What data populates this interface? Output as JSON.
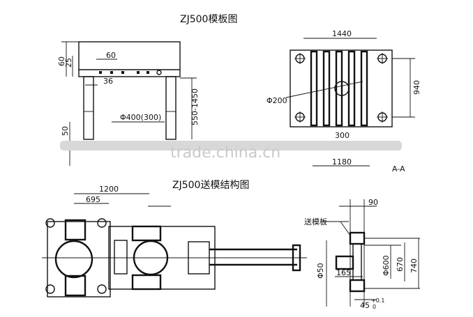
{
  "titles": {
    "top": "ZJ500模板图",
    "bottom": "ZJ500送模结构图"
  },
  "watermark": "trade.china.cn",
  "section_label": "A-A",
  "side_view": {
    "dims": [
      "60",
      "25",
      "60",
      "36",
      "550-1450",
      "50"
    ],
    "bore_label": "Φ400(300)"
  },
  "plan_view": {
    "dims": [
      "1440",
      "940",
      "Φ200",
      "300",
      "1180"
    ]
  },
  "feeder_plan": {
    "dims": [
      "1200",
      "695"
    ]
  },
  "feeder_section": {
    "callout": "送模板",
    "dims": [
      "90",
      "Φ600",
      "670",
      "740",
      "Φ50",
      "165"
    ],
    "tolerance_base": "45",
    "tolerance_upper": "+0.1",
    "tolerance_lower": "0"
  }
}
